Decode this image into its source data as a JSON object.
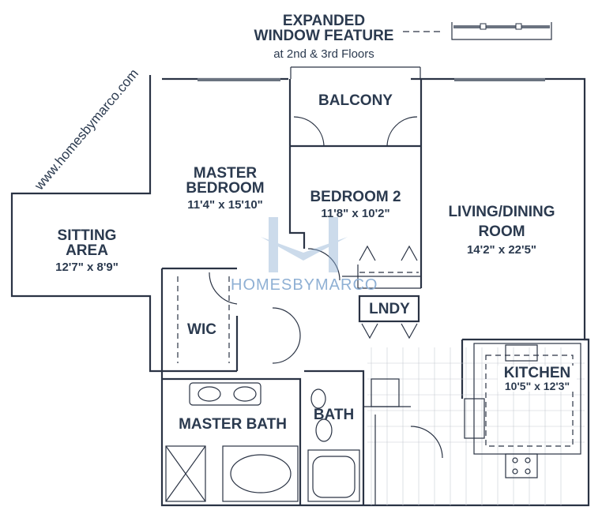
{
  "header": {
    "title_line1": "EXPANDED",
    "title_line2": "WINDOW FEATURE",
    "subtitle": "at 2nd & 3rd Floors"
  },
  "rooms": {
    "balcony": {
      "name": "BALCONY"
    },
    "master_bedroom": {
      "name_line1": "MASTER",
      "name_line2": "BEDROOM",
      "dims": "11'4\" x 15'10\""
    },
    "bedroom2": {
      "name": "BEDROOM 2",
      "dims": "11'8\" x 10'2\""
    },
    "living": {
      "name_line1": "LIVING/DINING",
      "name_line2": "ROOM",
      "dims": "14'2\" x 22'5\""
    },
    "sitting": {
      "name_line1": "SITTING",
      "name_line2": "AREA",
      "dims": "12'7\" x 8'9\""
    },
    "wic": {
      "name": "WIC"
    },
    "laundry": {
      "name": "LNDY"
    },
    "kitchen": {
      "name": "KITCHEN",
      "dims": "10'5\" x 12'3\""
    },
    "master_bath": {
      "name": "MASTER BATH"
    },
    "bath": {
      "name": "BATH"
    }
  },
  "watermark": {
    "url": "www.homesbymarco.com",
    "brand": "HOMESBYMARCO"
  },
  "colors": {
    "line": "#2a3344",
    "text": "#2b3a4f",
    "watermark": "#8fb0d4"
  }
}
